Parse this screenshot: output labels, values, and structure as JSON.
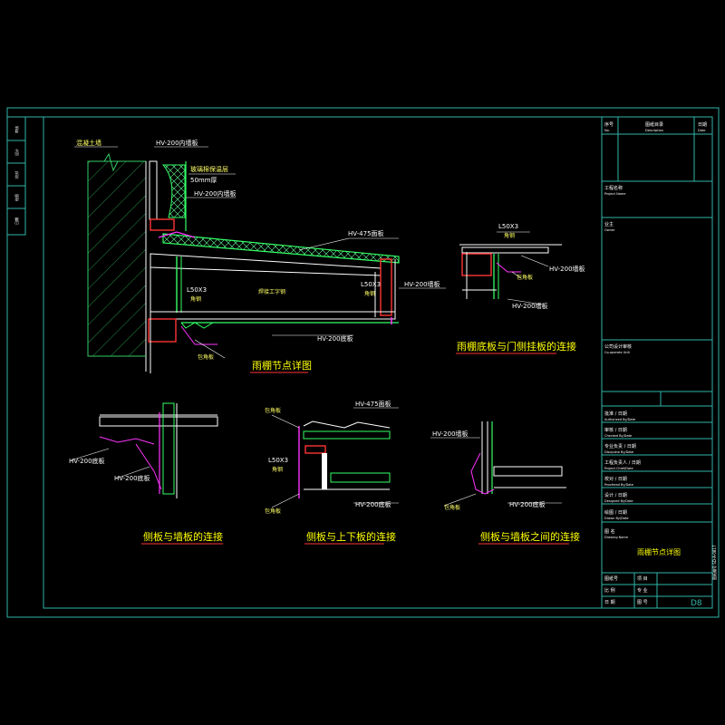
{
  "drawing": {
    "background": "#000000",
    "colors": {
      "frame": "#2fb6a8",
      "label": "#ffffff",
      "note": "#ffff66",
      "title": "#ffff00",
      "concrete": "#33cc66",
      "panel": "#33ff66",
      "steel": "#ff3333",
      "flashing": "#ff33ff",
      "cyan": "#00ffff",
      "insulation": "#66ff99"
    }
  },
  "left_strip": {
    "labels": [
      "审核",
      "设计",
      "校对",
      "绘图",
      "日期"
    ]
  },
  "detail_main": {
    "title": "雨棚节点详图",
    "labels": {
      "concrete": "混凝土墙",
      "top_panel": "HV-200内墙板",
      "insulation": "玻璃棉保温层",
      "thickness": "50mm厚",
      "wall_panel": "HV-200内墙板",
      "roof": "HV-475面板",
      "angle_l": "L50X3",
      "angle_l_sub": "角钢",
      "angle_r": "L50X3",
      "angle_r_sub": "角钢",
      "steel_note": "焊接工字钢",
      "right_panel": "HV-200墙板",
      "bottom_panel": "HV-200底板",
      "flashing": "包角板"
    }
  },
  "detail_tr": {
    "title": "雨棚底板与门侧挂板的连接",
    "labels": {
      "angle": "L50X3",
      "angle_sub": "角钢",
      "flashing": "包角板",
      "wall": "HV-200墙板",
      "bottom": "HV-200墙板"
    }
  },
  "detail_b1": {
    "title": "侧板与墙板的连接",
    "labels": {
      "a": "HV-200底板",
      "b": "HV-200底板"
    }
  },
  "detail_b2": {
    "title": "侧板与上下板的连接",
    "labels": {
      "top_flash": "包角板",
      "roof": "HV-475面板",
      "angle": "L50X3",
      "angle_sub": "角钢",
      "bottom_flash": "包角板",
      "bottom": "HV-200底板"
    }
  },
  "detail_b3": {
    "title": "侧板与墙板之间的连接",
    "labels": {
      "wall": "HV-200墙板",
      "flash": "包角板",
      "bottom": "HV-200底板"
    }
  },
  "title_block": {
    "header": [
      "序号",
      "图纸目录",
      "日期"
    ],
    "header_sub": [
      "No.",
      "Description",
      "Date"
    ],
    "project_name": "工程名称",
    "project_name_sub": "Project Name",
    "client": "业主",
    "client_sub": "Owner",
    "approval": "公司设计审核",
    "approval_sub": "Co-operate Unit",
    "rows": [
      {
        "label": "批准 / 日期",
        "sub": "Authorized By/Date"
      },
      {
        "label": "审核 / 日期",
        "sub": "Checked By/Date"
      },
      {
        "label": "专业负责 / 日期",
        "sub": "Discipline By/Date"
      },
      {
        "label": "工程负责人 / 日期",
        "sub": "Project Chief/Date"
      },
      {
        "label": "校对 / 日期",
        "sub": "Proofread By/Date"
      },
      {
        "label": "设计 / 日期",
        "sub": "Designed By/Date"
      },
      {
        "label": "绘图 / 日期",
        "sub": "Drawn By/Date"
      }
    ],
    "drawing_name_label": "图 名",
    "drawing_name_sub": "Drawing Name",
    "drawing_name": "雨棚节点详图",
    "bottom_left": [
      "图纸号",
      "比 例",
      "日 期"
    ],
    "bottom_right": [
      "项 目",
      "专 业",
      "图 号"
    ],
    "sheet_code": "D8",
    "right_vertical": "图纸编号 SD-A-0817"
  }
}
